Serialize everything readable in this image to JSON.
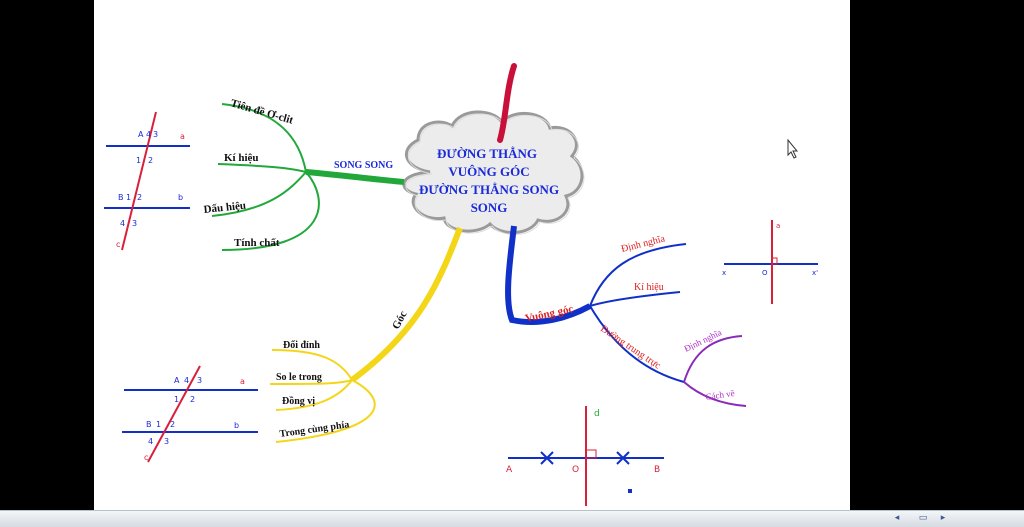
{
  "central_topic": {
    "lines": [
      "ĐƯỜNG THẲNG",
      "VUÔNG GÓC",
      "ĐƯỜNG THẲNG SONG",
      "SONG"
    ]
  },
  "branches": {
    "song_song": {
      "label": "SONG SONG",
      "children": [
        "Tiên đề Ơ-clit",
        "Kí hiệu",
        "Dấu hiệu",
        "Tính chất"
      ]
    },
    "goc": {
      "label": "Góc",
      "children": [
        "Đối đỉnh",
        "So le trong",
        "Đồng vị",
        "Trong cùng phía"
      ]
    },
    "vuong_goc": {
      "label": "Vuông góc",
      "children": [
        "Định nghĩa",
        "Kí hiệu",
        "Đường trung trực"
      ],
      "sub_children": [
        "Định nghĩa",
        "Cách vẽ"
      ]
    }
  },
  "figures": {
    "parallel_top": {
      "A": "A",
      "a": "a",
      "B": "B",
      "b": "b",
      "c": "c",
      "n1": "4",
      "n2": "3",
      "n3": "1",
      "n4": "2",
      "n5": "1",
      "n6": "2",
      "n7": "4",
      "n8": "3"
    },
    "parallel_bottom": {
      "A": "A",
      "a": "a",
      "B": "B",
      "b": "b",
      "c": "c",
      "n1": "4",
      "n2": "3",
      "n3": "1",
      "n4": "2",
      "n5": "1",
      "n6": "2",
      "n7": "4",
      "n8": "3"
    },
    "perpendicular": {
      "a": "a",
      "x": "x",
      "x2": "x'",
      "O": "O"
    },
    "bisector": {
      "d": "d",
      "A": "A",
      "O": "O",
      "B": "B"
    }
  },
  "colors": {
    "green": "#22a83a",
    "yellow": "#f4d619",
    "blue": "#1030c8",
    "red": "#d8203a",
    "crimson": "#c8103a",
    "purple": "#8a2bb8",
    "text_blue": "#1a2ad8",
    "text_red": "#e02020"
  }
}
